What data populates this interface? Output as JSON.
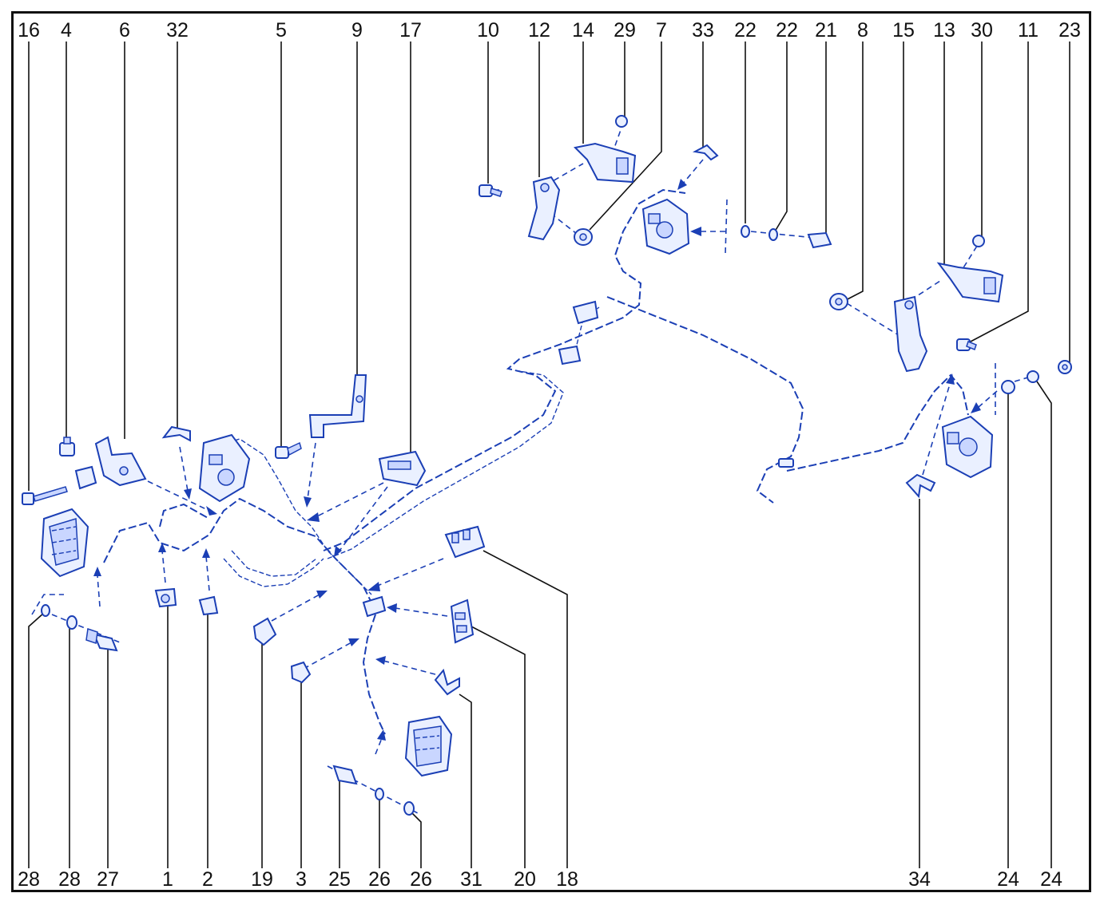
{
  "callouts_top": [
    "16",
    "4",
    "6",
    "32",
    "5",
    "9",
    "17",
    "10",
    "12",
    "14",
    "29",
    "7",
    "33",
    "22",
    "22",
    "21",
    "8",
    "15",
    "13",
    "30",
    "11",
    "23"
  ],
  "callouts_bottom": [
    "28",
    "28",
    "27",
    "1",
    "2",
    "19",
    "3",
    "25",
    "26",
    "26",
    "31",
    "20",
    "18",
    "34",
    "24",
    "24"
  ]
}
